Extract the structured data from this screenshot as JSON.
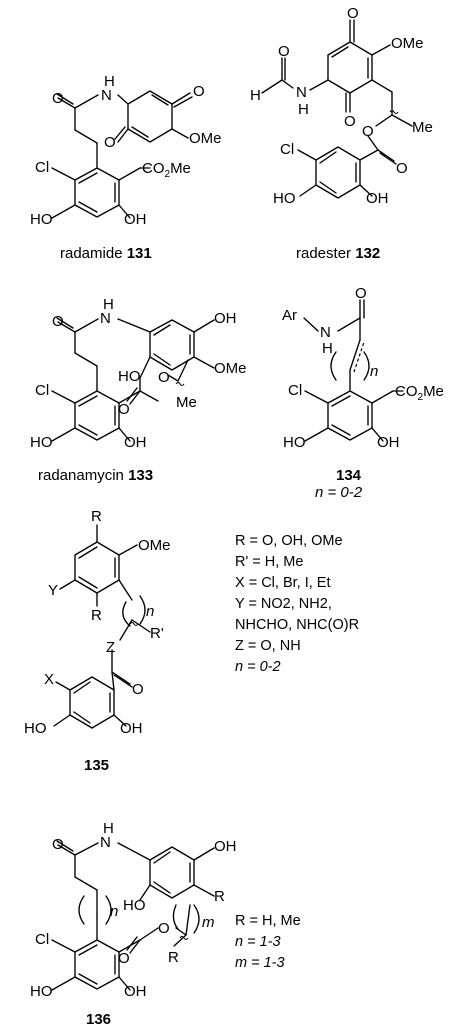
{
  "compounds": {
    "c131": {
      "name": "radamide",
      "number": "131"
    },
    "c132": {
      "name": "radester",
      "number": "132"
    },
    "c133": {
      "name": "radanamycin",
      "number": "133"
    },
    "c134": {
      "number": "134",
      "range": "n = 0-2"
    },
    "c135": {
      "number": "135"
    },
    "c136": {
      "number": "136"
    }
  },
  "atoms": {
    "H": "H",
    "N": "N",
    "O": "O",
    "OH": "OH",
    "HO": "HO",
    "Cl": "Cl",
    "OMe": "OMe",
    "Me": "Me",
    "CO2Me_a": "CO",
    "CO2Me_b": "2",
    "CO2Me_c": "Me",
    "Ar": "Ar",
    "R": "R",
    "Rp": "R'",
    "X": "X",
    "Y": "Y",
    "Z": "Z",
    "n": "n",
    "m": "m"
  },
  "definitions_135": [
    "R = O, OH, OMe",
    "R' = H, Me",
    "X = Cl, Br, I, Et",
    "Y = NO2, NH2,",
    "NHCHO, NHC(O)R",
    "Z = O, NH",
    "n = 0-2"
  ],
  "definitions_136": [
    "R = H, Me",
    "n = 1-3",
    "m = 1-3"
  ]
}
